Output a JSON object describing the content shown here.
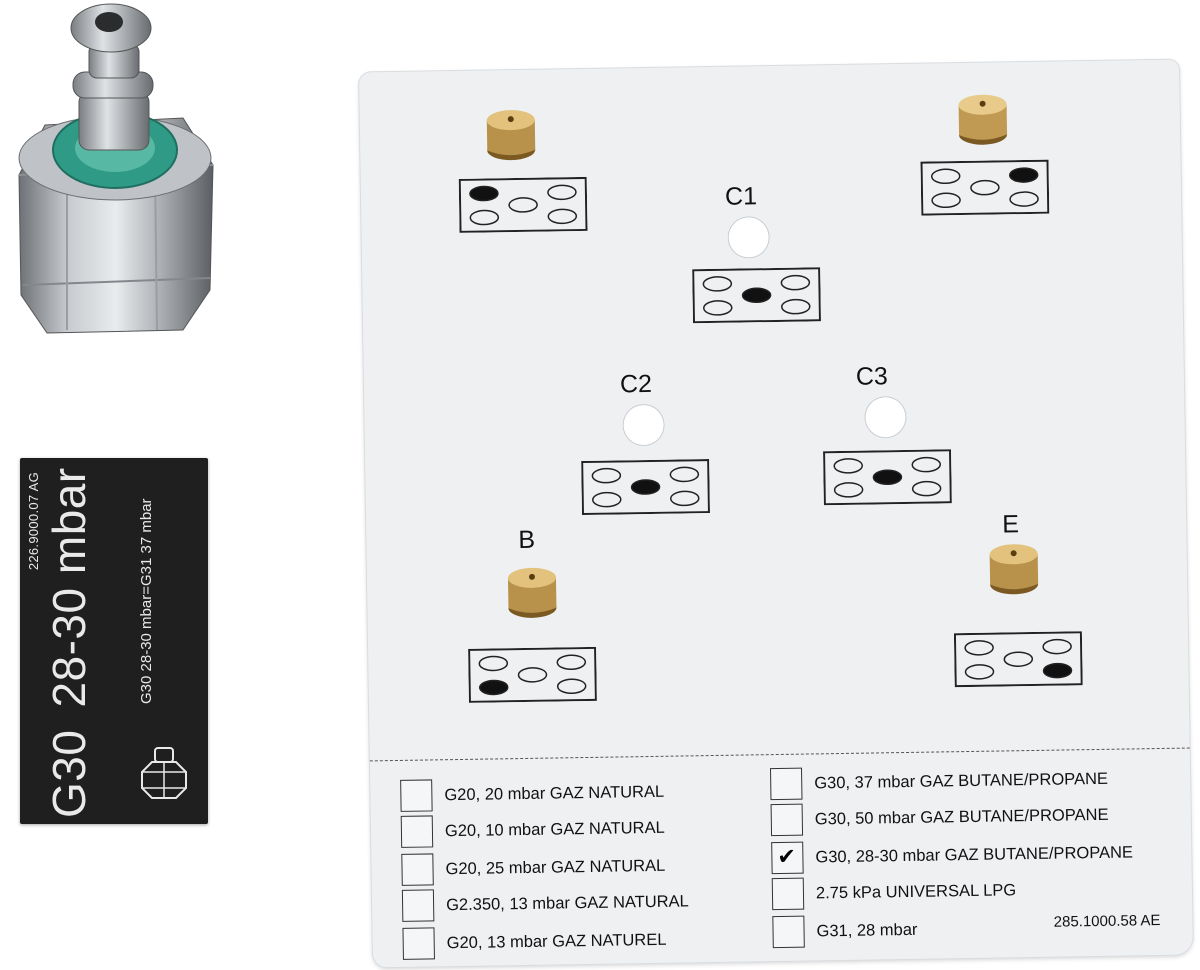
{
  "label": {
    "code": "226.9000.07 AG",
    "gas": "G30",
    "pressure": "28-30 mbar",
    "equivalence": "G30 28-30 mbar=G31 37 mbar",
    "icon": "nozzle-icon"
  },
  "chart": {
    "burners": [
      "C1",
      "C2",
      "C3",
      "B",
      "E"
    ],
    "options_left": [
      {
        "text": "G20, 20 mbar GAZ NATURAL",
        "checked": false
      },
      {
        "text": "G20, 10 mbar GAZ NATURAL",
        "checked": false
      },
      {
        "text": "G20, 25 mbar GAZ NATURAL",
        "checked": false
      },
      {
        "text": "G2.350, 13 mbar GAZ NATURAL",
        "checked": false
      },
      {
        "text": "G20, 13 mbar GAZ NATUREL",
        "checked": false
      }
    ],
    "options_right": [
      {
        "text": "G30, 37 mbar GAZ BUTANE/PROPANE",
        "checked": false
      },
      {
        "text": "G30, 50 mbar GAZ BUTANE/PROPANE",
        "checked": false
      },
      {
        "text": "G30, 28-30 mbar GAZ BUTANE/PROPANE",
        "checked": true
      },
      {
        "text": "2.75 kPa UNIVERSAL LPG",
        "checked": false
      },
      {
        "text": "G31, 28 mbar",
        "checked": false
      }
    ],
    "tick_glyph": "✔",
    "reference": "285.1000.58 AE"
  }
}
